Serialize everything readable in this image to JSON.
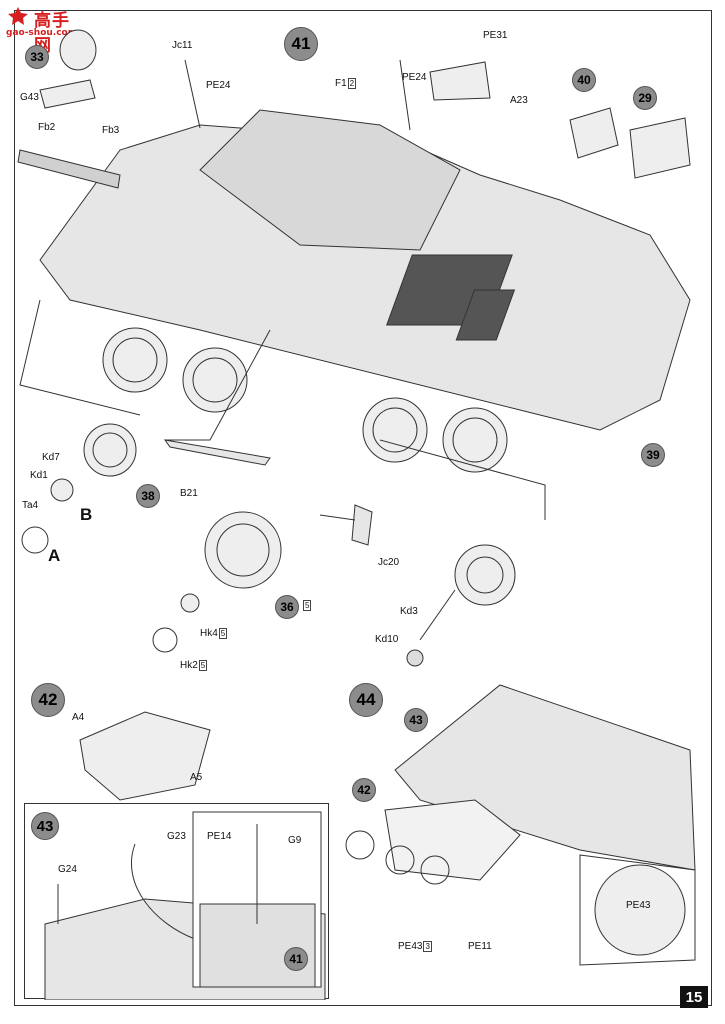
{
  "watermark": {
    "title": "高手网",
    "url": "gao-shou.com"
  },
  "page_number": "15",
  "steps": {
    "s41": "41",
    "s40": "40",
    "s29": "29",
    "s33": "33",
    "s38": "38",
    "s39": "39",
    "s36": "36",
    "s42": "42",
    "s44": "44",
    "s43": "43",
    "s43b": "43",
    "s42b": "42",
    "s41b": "41"
  },
  "labels": {
    "g43": "G43",
    "fb2": "Fb2",
    "fb3": "Fb3",
    "jc11": "Jc11",
    "pe24a": "PE24",
    "f1": "F1",
    "f1_tag": "2",
    "pe24b": "PE24",
    "pe31": "PE31",
    "a23": "A23",
    "kd7": "Kd7",
    "kd1": "Kd1",
    "ta4": "Ta4",
    "b": "B",
    "a": "A",
    "b21": "B21",
    "jc20": "Jc20",
    "kd3": "Kd3",
    "kd10": "Kd10",
    "s36_tag": "5",
    "hk4": "Hk4",
    "hk4_tag": "5",
    "hk2": "Hk2",
    "hk2_tag": "5",
    "a4": "A4",
    "a5": "A5",
    "g23": "G23",
    "g24": "G24",
    "pe14": "PE14",
    "g9": "G9",
    "pe43a": "PE43",
    "pe43b": "PE43",
    "pe43_tag": "3",
    "pe11": "PE11"
  },
  "colors": {
    "step_circle": "#8c8c8c",
    "watermark": "#d62020",
    "page_num_bg": "#111111"
  }
}
